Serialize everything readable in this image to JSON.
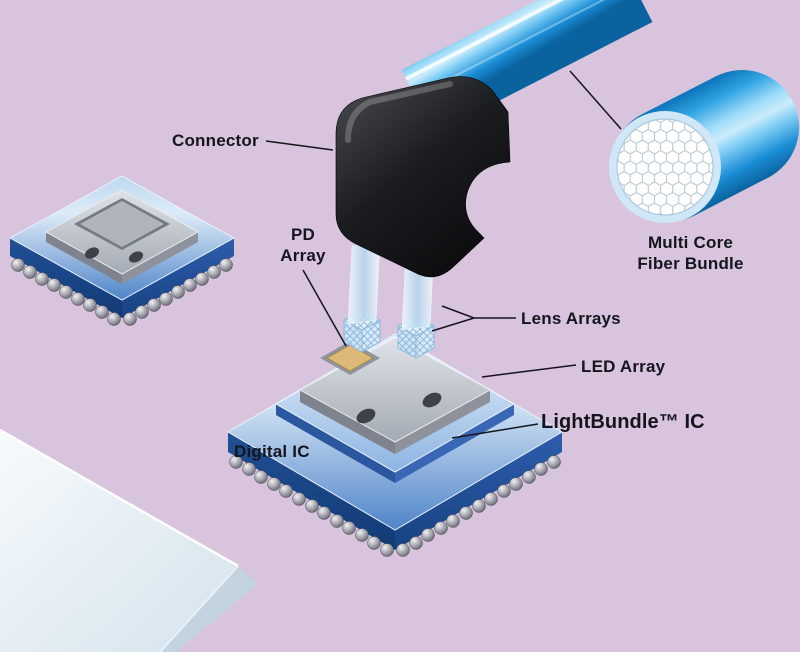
{
  "labels": {
    "connector": "Connector",
    "pd_array_line1": "PD",
    "pd_array_line2": "Array",
    "lens_arrays": "Lens Arrays",
    "led_array": "LED Array",
    "lightbundle_ic": "LightBundle™ IC",
    "digital_ic": "Digital IC",
    "fiber_line1": "Multi Core",
    "fiber_line2": "Fiber Bundle"
  },
  "colors": {
    "background_lavender": "#d8c4dc",
    "chip_blue_top": "#6f9dd6",
    "chip_blue_side": "#1b4890",
    "metal_gray": "#b9bec7",
    "connector_black": "#141414",
    "cable_blue": "#2fa3e2",
    "cable_highlight": "#c9ecfb",
    "fiber_face_white": "#ffffff",
    "pd_gold": "#dcb977",
    "platform_white": "#eef5f9",
    "label_text": "#15151d"
  }
}
